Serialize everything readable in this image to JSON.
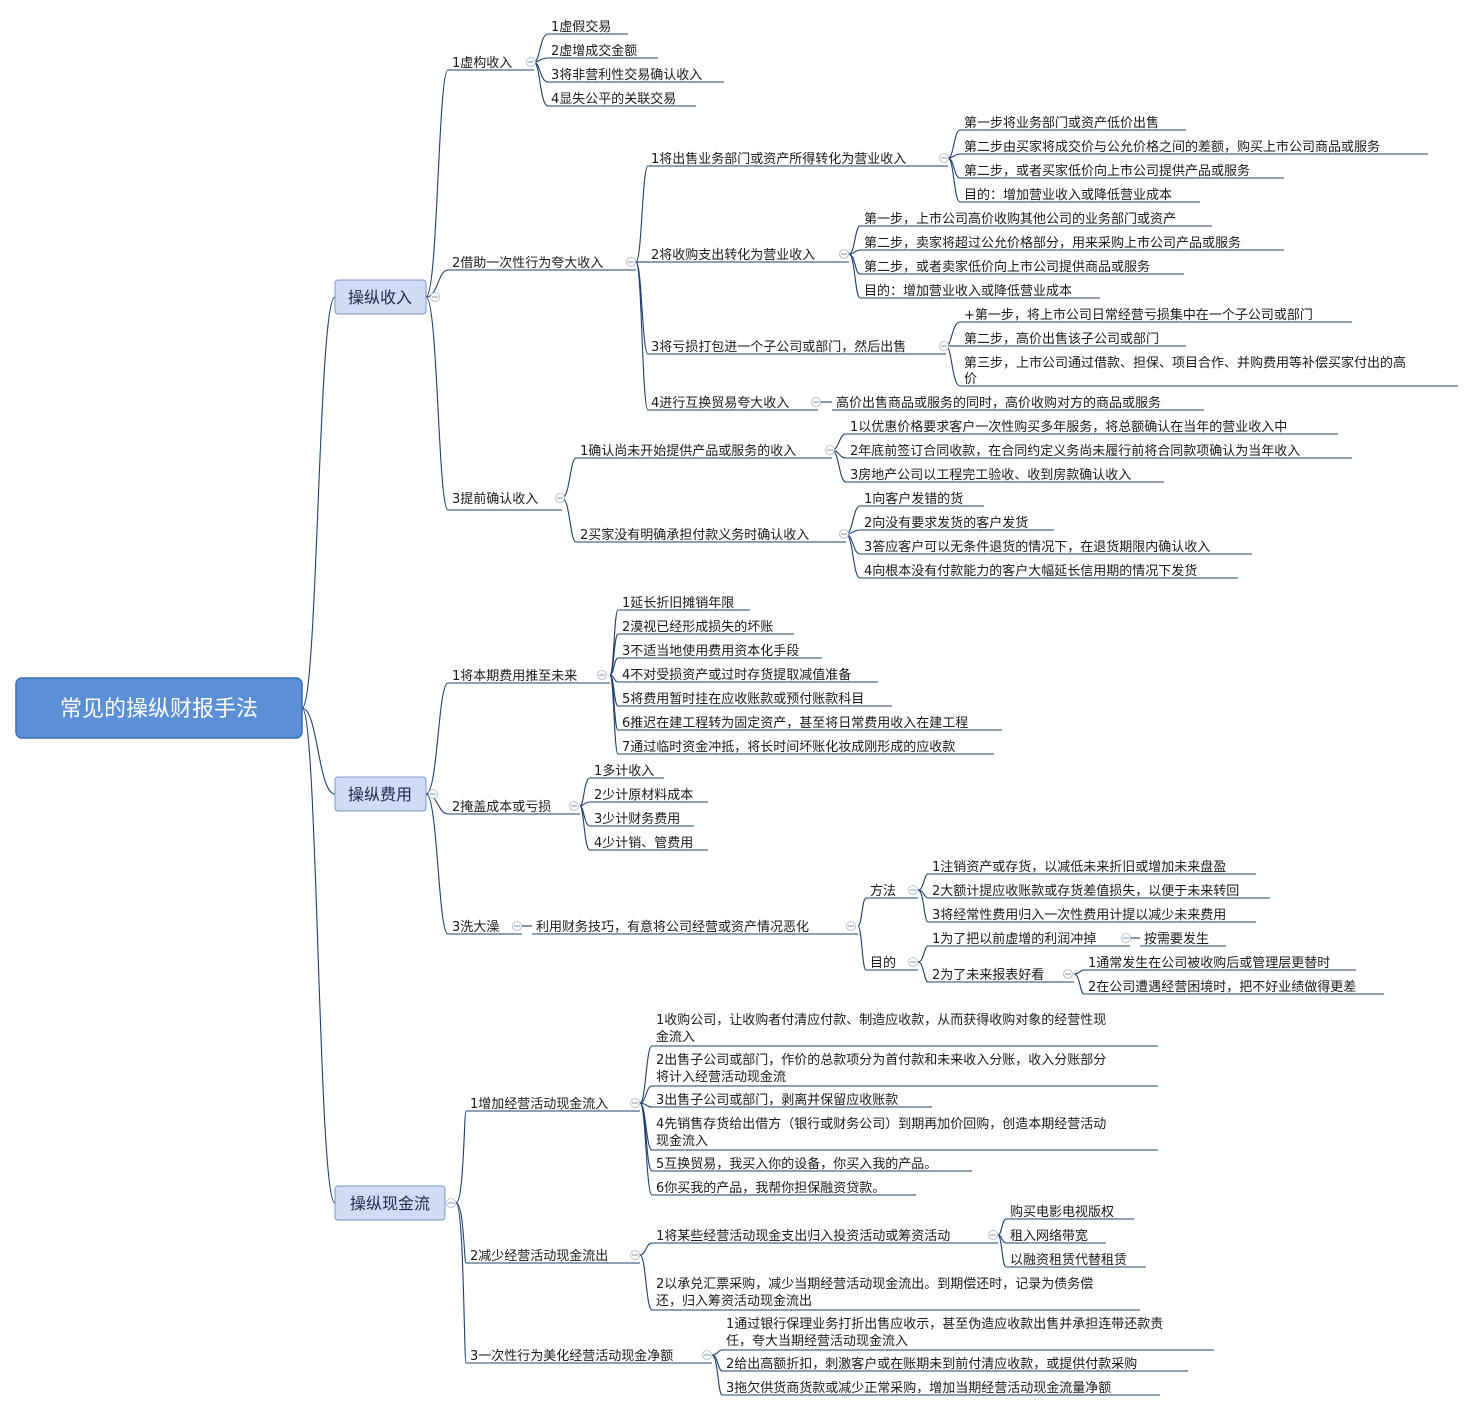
{
  "root": "常见的操纵财报手法",
  "branches": {
    "income": {
      "label": "操纵收入",
      "fake": {
        "label": "1虚构收入",
        "items": [
          "1虚假交易",
          "2虚增成交金额",
          "3将非营利性交易确认收入",
          "4显失公平的关联交易"
        ]
      },
      "onetime": {
        "label": "2借助一次性行为夸大收入",
        "sell": {
          "label": "1将出售业务部门或资产所得转化为营业收入",
          "items": [
            "第一步将业务部门或资产低价出售",
            "第二步由买家将成交价与公允价格之间的差额，购买上市公司商品或服务",
            "第二步，或者买家低价向上市公司提供产品或服务",
            "目的：增加营业收入或降低营业成本"
          ]
        },
        "buy": {
          "label": "2将收购支出转化为营业收入",
          "items": [
            "第一步，上市公司高价收购其他公司的业务部门或资产",
            "第二步，卖家将超过公允价格部分，用来采购上市公司产品或服务",
            "第二步，或者卖家低价向上市公司提供商品或服务",
            "目的：增加营业收入或降低营业成本"
          ]
        },
        "loss": {
          "label": "3将亏损打包进一个子公司或部门，然后出售",
          "items": [
            "+第一步，将上市公司日常经营亏损集中在一个子公司或部门",
            "第二步，高价出售该子公司或部门"
          ],
          "item3_l1": "第三步，上市公司通过借款、担保、项目合作、并购费用等补偿买家付出的高",
          "item3_l2": "价"
        },
        "swap": {
          "label": "4进行互换贸易夸大收入",
          "detail": "高价出售商品或服务的同时，高价收购对方的商品或服务"
        }
      },
      "early": {
        "label": "3提前确认收入",
        "notstarted": {
          "label": "1确认尚未开始提供产品或服务的收入",
          "items": [
            "1以优惠价格要求客户一次性购买多年服务，将总额确认在当年的营业收入中",
            "2年底前签订合同收款，在合同约定义务尚未履行前将合同款项确认为当年收入",
            "3房地产公司以工程完工验收、收到房款确认收入"
          ]
        },
        "nopay": {
          "label": "2买家没有明确承担付款义务时确认收入",
          "items": [
            "1向客户发错的货",
            "2向没有要求发货的客户发货",
            "3答应客户可以无条件退货的情况下，在退货期限内确认收入",
            "4向根本没有付款能力的客户大幅延长信用期的情况下发货"
          ]
        }
      }
    },
    "expense": {
      "label": "操纵费用",
      "defer": {
        "label": "1将本期费用推至未来",
        "items": [
          "1延长折旧摊销年限",
          "2漠视已经形成损失的坏账",
          "3不适当地使用费用资本化手段",
          "4不对受损资产或过时存货提取减值准备",
          "5将费用暂时挂在应收账款或预付账款科目",
          "6推迟在建工程转为固定资产，甚至将日常费用收入在建工程",
          "7通过临时资金冲抵，将长时间坏账化妆成刚形成的应收款"
        ]
      },
      "hide": {
        "label": "2掩盖成本或亏损",
        "items": [
          "1多计收入",
          "2少计原材料成本",
          "3少计财务费用",
          "4少计销、管费用"
        ]
      },
      "bath": {
        "label": "3洗大澡",
        "detail": "利用财务技巧，有意将公司经营或资产情况恶化",
        "method": {
          "label": "方法",
          "items": [
            "1注销资产或存货，以减低未来折旧或增加未来盘盈",
            "2大额计提应收账款或存货差值损失，以便于未来转回",
            "3将经常性费用归入一次性费用计提以减少未来费用"
          ]
        },
        "purpose": {
          "label": "目的",
          "p1": "1为了把以前虚增的利润冲掉",
          "p1_detail": "按需要发生",
          "p2": "2为了未来报表好看",
          "p2_items": [
            "1通常发生在公司被收购后或管理层更替时",
            "2在公司遭遇经营困境时，把不好业绩做得更差"
          ]
        }
      }
    },
    "cash": {
      "label": "操纵现金流",
      "increase": {
        "label": "1增加经营活动现金流入",
        "i1_l1": "1收购公司，让收购者付清应付款、制造应收款，从而获得收购对象的经营性现",
        "i1_l2": "金流入",
        "i2_l1": "2出售子公司或部门，作价的总款项分为首付款和未来收入分账，收入分账部分",
        "i2_l2": "将计入经营活动现金流",
        "i3": "3出售子公司或部门，剥离并保留应收账款",
        "i4_l1": "4先销售存货给出借方（银行或财务公司）到期再加价回购，创造本期经营活动",
        "i4_l2": "现金流入",
        "i5": "5互换贸易，我买入你的设备，你买入我的产品。",
        "i6": "6你买我的产品，我帮你担保融资贷款。"
      },
      "reduce": {
        "label": "2减少经营活动现金流出",
        "r1": {
          "label": "1将某些经营活动现金支出归入投资活动或筹资活动",
          "items": [
            "购买电影电视版权",
            "租入网络带宽",
            "以融资租赁代替租赁"
          ]
        },
        "r2_l1": "2以承兑汇票采购，减少当期经营活动现金流出。到期偿还时，记录为债务偿",
        "r2_l2": "还，归入筹资活动现金流出"
      },
      "onetime": {
        "label": "3一次性行为美化经营活动现金净额",
        "o1_l1": "1通过银行保理业务打折出售应收示，甚至伪造应收款出售并承担连带还款责",
        "o1_l2": "任，夸大当期经营活动现金流入",
        "o2": "2给出高额折扣，刺激客户或在账期未到前付清应收款，或提供付款采购",
        "o3": "3拖欠供货商货款或减少正常采购，增加当期经营活动现金流量净额"
      }
    }
  }
}
